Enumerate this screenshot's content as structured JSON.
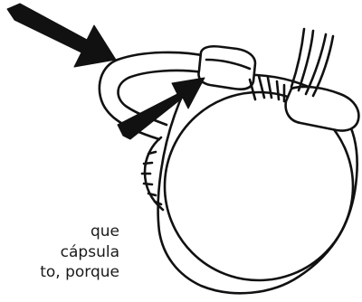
{
  "caption": {
    "lines": [
      "que",
      "cápsula",
      "to, porque"
    ]
  },
  "colors": {
    "ink": "#111111",
    "paper": "#ffffff",
    "text": "#1a1a1a"
  },
  "icons": [
    "arrow-icon",
    "arrow-icon"
  ]
}
